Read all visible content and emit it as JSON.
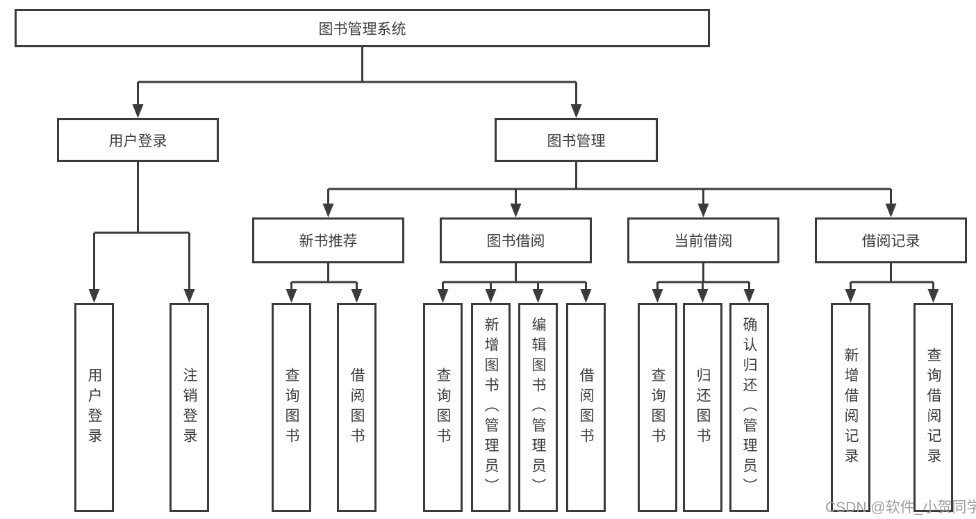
{
  "tree": {
    "root": {
      "label": "图书管理系统",
      "children": [
        {
          "label": "用户登录",
          "children": [
            {
              "label": "用户登录"
            },
            {
              "label": "注销登录"
            }
          ]
        },
        {
          "label": "图书管理",
          "children": [
            {
              "label": "新书推荐",
              "children": [
                {
                  "label": "查询图书"
                },
                {
                  "label": "借阅图书"
                }
              ]
            },
            {
              "label": "图书借阅",
              "children": [
                {
                  "label": "查询图书"
                },
                {
                  "label": "新增图书（管理员）"
                },
                {
                  "label": "编辑图书（管理员）"
                },
                {
                  "label": "借阅图书"
                }
              ]
            },
            {
              "label": "当前借阅",
              "children": [
                {
                  "label": "查询图书"
                },
                {
                  "label": "归还图书"
                },
                {
                  "label": "确认归还（管理员）"
                }
              ]
            },
            {
              "label": "借阅记录",
              "children": [
                {
                  "label": "新增借阅记录"
                },
                {
                  "label": "查询借阅记录"
                }
              ]
            }
          ]
        }
      ]
    }
  },
  "watermark": {
    "text": "CSDN @软件_小贺同学"
  },
  "colors": {
    "line": "#3b3b3b",
    "text": "#3d3d3d",
    "watermark": "#9f9f9f",
    "background": "#ffffff"
  }
}
